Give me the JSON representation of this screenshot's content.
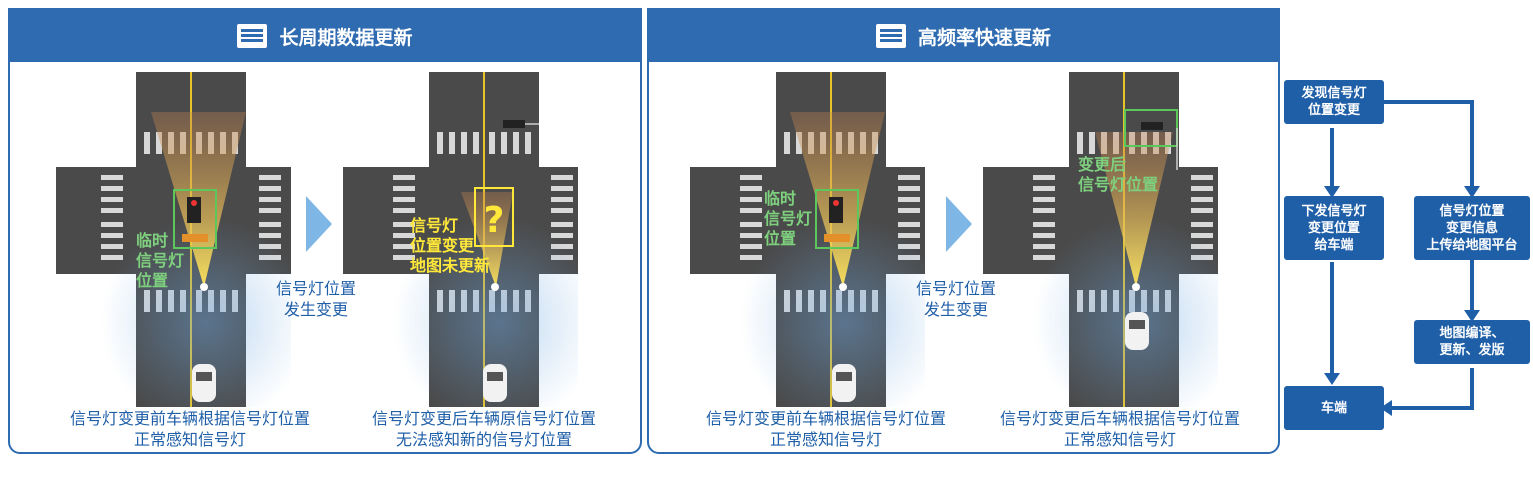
{
  "left_panel": {
    "title": "长周期数据更新"
  },
  "right_panel": {
    "title": "高频率快速更新"
  },
  "scenes": {
    "s1": {
      "label": "临时\n信号灯\n位置",
      "caption_1": "信号灯变更前车辆根据信号灯位置",
      "caption_2": "正常感知信号灯"
    },
    "s2": {
      "label": "信号灯\n位置变更\n地图未更新",
      "caption_1": "信号灯变更后车辆原信号灯位置",
      "caption_2": "无法感知新的信号灯位置"
    },
    "s3": {
      "label": "临时\n信号灯\n位置",
      "caption_1": "信号灯变更前车辆根据信号灯位置",
      "caption_2": "正常感知信号灯"
    },
    "s4": {
      "label": "变更后\n信号灯位置",
      "caption_1": "信号灯变更后车辆根据信号灯位置",
      "caption_2": "正常感知信号灯"
    }
  },
  "transition": {
    "line_1": "信号灯位置",
    "line_2": "发生变更"
  },
  "flow": {
    "discover": "发现信号灯\n位置变更",
    "dispatch": "下发信号灯\n变更位置\n给车端",
    "upload": "信号灯位置\n变更信息\n上传给地图平台",
    "compile": "地图编译、\n更新、发版",
    "vehicle": "车端"
  },
  "colors": {
    "accent": "#2f6bb0",
    "road": "#4a4a4a",
    "label_green": "#7ed07e",
    "label_yellow": "#ffe83a"
  }
}
